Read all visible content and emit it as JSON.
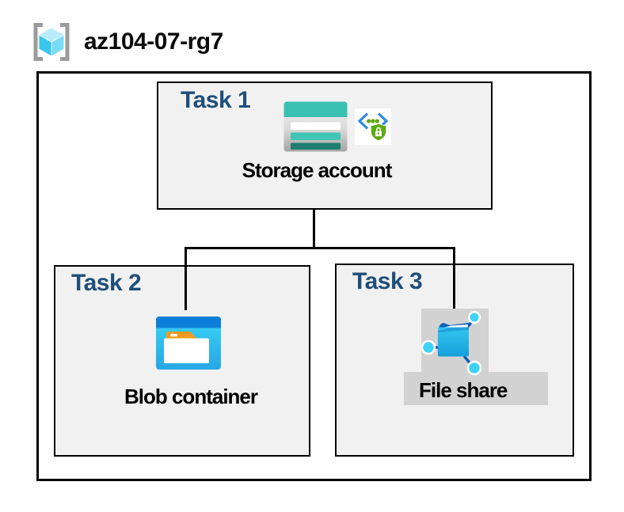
{
  "resource_group": {
    "label": "az104-07-rg7",
    "icon": "resource-group-icon"
  },
  "tasks": [
    {
      "label": "Task 1",
      "item": "Storage account",
      "icons": [
        "storage-account-icon",
        "secure-endpoint-icon"
      ]
    },
    {
      "label": "Task 2",
      "item": "Blob container",
      "icons": [
        "blob-container-icon"
      ]
    },
    {
      "label": "Task 3",
      "item": "File share",
      "icons": [
        "file-share-icon"
      ],
      "highlighted": true
    }
  ],
  "colors": {
    "task_label_navy": "#1F4E79",
    "box_fill": "#F1F1F1",
    "box_border": "#000000",
    "connector": "#000000",
    "highlight_gray": "#D2D2D2",
    "storage_teal": "#3AC0B0",
    "storage_teal_mid": "#40C5B4",
    "storage_teal_dark": "#1F7D72",
    "blob_top_blue": "#0E7FD9",
    "blob_body_cyan": "#30C9F0",
    "blob_tab_orange": "#F09A1D",
    "fileshare_dark_blue": "#0B62BD",
    "fileshare_body_cyan": "#2FC0EE",
    "node_cyan": "#3ED2F9",
    "endpoint_bracket_blue": "#2E8AE0",
    "endpoint_green": "#5BAA10",
    "rg_bracket_gray": "#9B9B9B",
    "rg_cube_top": "#B9EDFB",
    "rg_cube_left": "#38C6EC",
    "rg_cube_right": "#79DCF6"
  }
}
